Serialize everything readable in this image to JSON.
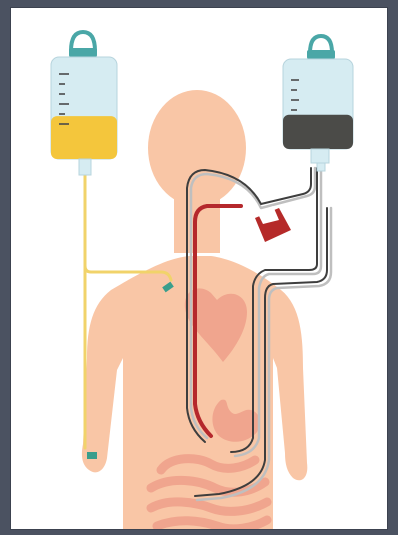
{
  "colors": {
    "frame": "#4b5261",
    "card": "#ffffff",
    "skin": "#f9c6a6",
    "organ": "#f0a58e",
    "bag_glass": "#d6ecf2",
    "bag_outline": "#b7d4dd",
    "cap": "#4aa7a7",
    "yellow_fluid": "#f4c63c",
    "yellow_tube": "#f1d36a",
    "dark_fluid": "#4b4b48",
    "red_tube": "#b5282c",
    "red_bag": "#b52a29",
    "grey_tube": "#bfbfbf",
    "dark_tube": "#3e3e3e",
    "teal_connector": "#3a9e8c"
  },
  "icons": {
    "left_bag": "iv-bag-icon",
    "right_bag": "drainage-bag-icon",
    "figure": "human-body-icon",
    "heart": "heart-icon",
    "stomach": "stomach-icon",
    "intestines": "intestines-icon",
    "blood_bag": "blood-bag-icon"
  },
  "bags": {
    "left": {
      "fluid": "yellow",
      "fill_level": 0.42
    },
    "right": {
      "fluid": "dark",
      "fill_level": 0.38
    }
  }
}
